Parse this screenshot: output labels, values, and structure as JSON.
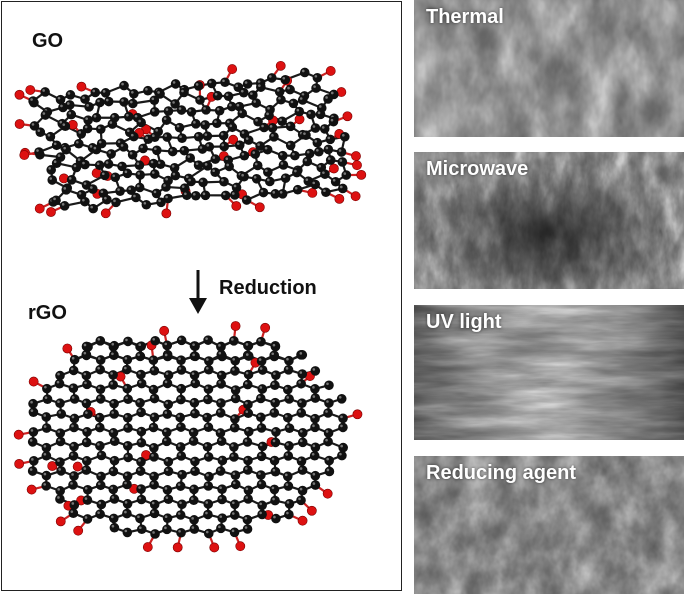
{
  "labels": {
    "go": "GO",
    "rgo": "rGO",
    "reduction": "Reduction"
  },
  "sem_panels": [
    {
      "label": "Thermal"
    },
    {
      "label": "Microwave"
    },
    {
      "label": "UV light"
    },
    {
      "label": "Reducing agent"
    }
  ],
  "colors": {
    "carbon": "#111111",
    "oxygen": "#dd1111",
    "bond": "#1a1a1a",
    "o_bond": "#cc2222",
    "label_white": "#ffffff"
  }
}
